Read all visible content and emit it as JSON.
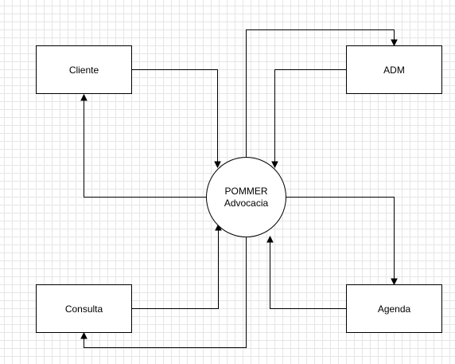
{
  "nodes": {
    "cliente": {
      "label": "Cliente"
    },
    "adm": {
      "label": "ADM"
    },
    "consulta": {
      "label": "Consulta"
    },
    "agenda": {
      "label": "Agenda"
    },
    "center": {
      "line1": "POMMER",
      "line2": "Advocacia"
    }
  },
  "edges": [
    {
      "from": "Cliente",
      "to": "POMMER Advocacia"
    },
    {
      "from": "POMMER Advocacia",
      "to": "Cliente"
    },
    {
      "from": "ADM",
      "to": "POMMER Advocacia"
    },
    {
      "from": "POMMER Advocacia",
      "to": "ADM"
    },
    {
      "from": "Consulta",
      "to": "POMMER Advocacia"
    },
    {
      "from": "POMMER Advocacia",
      "to": "Consulta"
    },
    {
      "from": "Agenda",
      "to": "POMMER Advocacia"
    },
    {
      "from": "POMMER Advocacia",
      "to": "Agenda"
    }
  ],
  "colors": {
    "stroke": "#000000",
    "fill": "#ffffff",
    "grid": "#e6e6e6"
  }
}
